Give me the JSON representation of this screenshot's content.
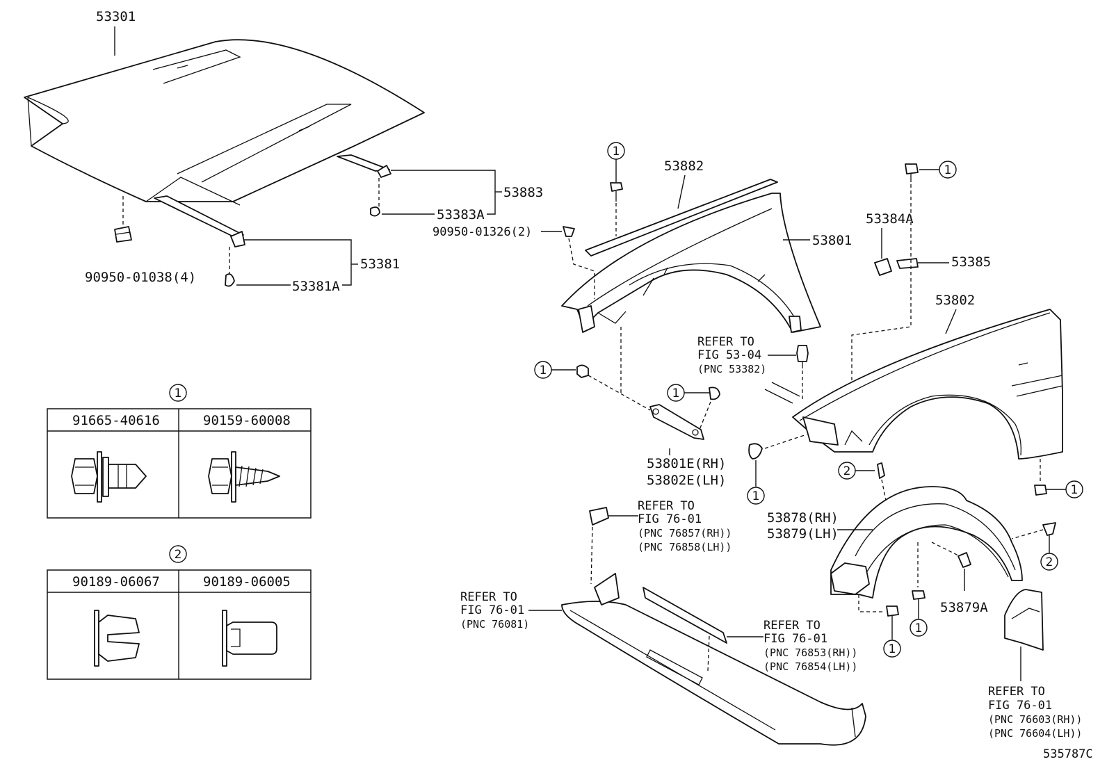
{
  "labels": {
    "hood": "53301",
    "seal": "53883",
    "seal_a": "53383A",
    "clip_hood": "90950-01326(2)",
    "cushion": "90950-01038(4)",
    "seal2": "53381",
    "seal2_a": "53381A",
    "fender_upper": "53882",
    "fender_rh": "53801",
    "fender_lh": "53802",
    "bracket_a": "53384A",
    "bracket_b": "53385",
    "stay_rh": "53801E(RH)",
    "stay_lh": "53802E(LH)",
    "liner_rh": "53878(RH)",
    "liner_lh": "53879(LH)",
    "liner_clip": "53879A",
    "doc_id": "535787C"
  },
  "refs": {
    "r1": {
      "title": "REFER TO",
      "fig": "FIG 53-04",
      "pnc1": "(PNC 53382)"
    },
    "r2": {
      "title": "REFER TO",
      "fig": "FIG 76-01",
      "pnc1": "(PNC 76857(RH))",
      "pnc2": "(PNC 76858(LH))"
    },
    "r3": {
      "title": "REFER TO",
      "fig": "FIG 76-01",
      "pnc1": "(PNC 76081)"
    },
    "r4": {
      "title": "REFER TO",
      "fig": "FIG 76-01",
      "pnc1": "(PNC 76853(RH))",
      "pnc2": "(PNC 76854(LH))"
    },
    "r5": {
      "title": "REFER TO",
      "fig": "FIG 76-01",
      "pnc1": "(PNC 76603(RH))",
      "pnc2": "(PNC 76604(LH))"
    }
  },
  "legend": {
    "one": {
      "marker": "1",
      "col1": "91665-40616",
      "col2": "90159-60008"
    },
    "two": {
      "marker": "2",
      "col1": "90189-06067",
      "col2": "90189-06005"
    }
  },
  "callout_one": "1",
  "callout_two": "2"
}
